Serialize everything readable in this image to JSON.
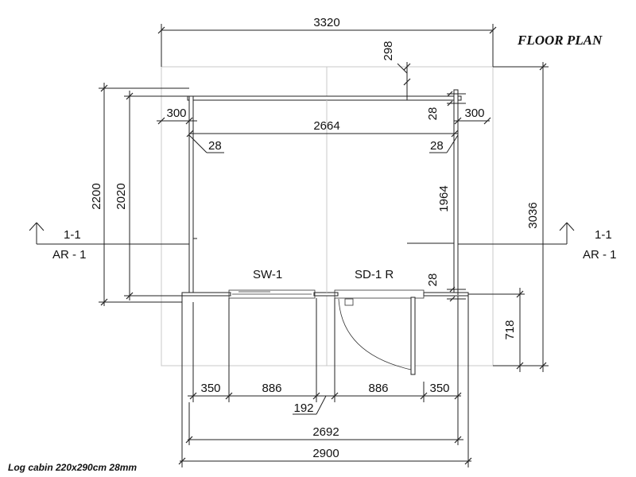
{
  "title": "FLOOR PLAN",
  "caption": "Log cabin 220x290cm 28mm",
  "dimensions": {
    "overall_width_top": "3320",
    "roof_overhang": "298",
    "side_overhang_left": "300",
    "side_overhang_right": "300",
    "wall_thickness_top_right": "28",
    "inner_width": "2664",
    "wall_thickness_left": "28",
    "wall_thickness_right": "28",
    "wall_thickness_front_right": "28",
    "outer_depth": "2200",
    "inner_depth": "2020",
    "right_inner_depth": "1964",
    "overall_depth": "3036",
    "front_overhang": "718",
    "bottom_left_offset": "350",
    "window_width": "886",
    "mullion": "192",
    "door_width": "886",
    "bottom_right_offset": "350",
    "inner_front_width": "2692",
    "outer_front_width": "2900"
  },
  "labels": {
    "window": "SW-1",
    "door": "SD-1 R",
    "section_left": "1-1",
    "section_left_ref": "AR - 1",
    "section_right": "1-1",
    "section_right_ref": "AR - 1"
  }
}
